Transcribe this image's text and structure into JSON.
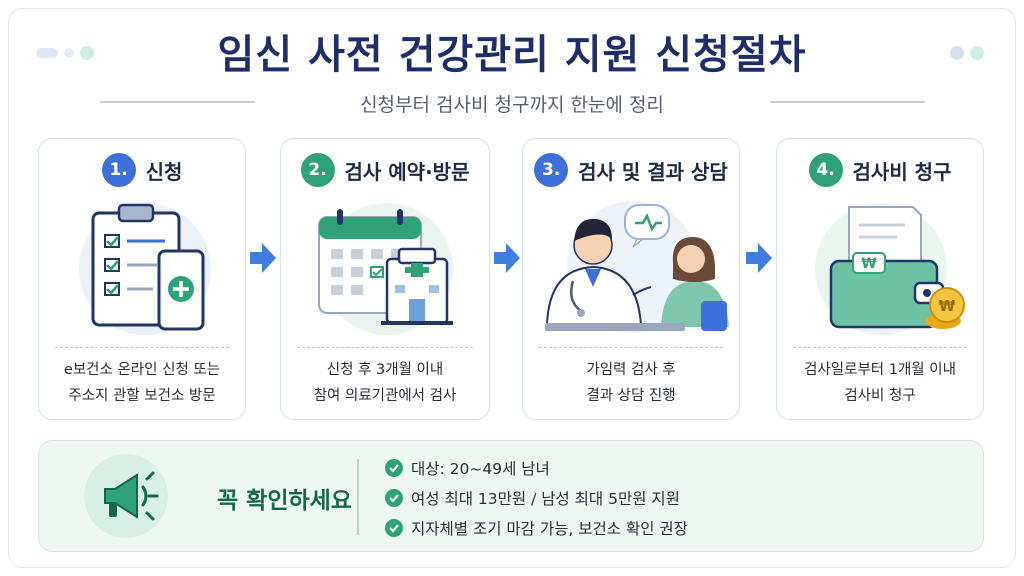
{
  "title": "임신 사전 건강관리 지원 신청절차",
  "subtitle": "신청부터 검사비 청구까지 한눈에 정리",
  "steps": [
    {
      "number": "1.",
      "title": "신청",
      "desc": [
        "e보건소 온라인 신청 또는",
        "주소지 관할 보건소 방문"
      ],
      "color": "#3f6fd8"
    },
    {
      "number": "2.",
      "title": "검사 예약·방문",
      "desc": [
        "신청 후 3개월 이내",
        "참여 의료기관에서 검사"
      ],
      "color": "#2fa27a"
    },
    {
      "number": "3.",
      "title": "검사 및 결과 상담",
      "desc": [
        "가임력 검사 후",
        "결과 상담 진행"
      ],
      "color": "#3f6fd8"
    },
    {
      "number": "4.",
      "title": "검사비 청구",
      "desc": [
        "검사일로부터 1개월 이내",
        "검사비 청구"
      ],
      "color": "#2fa27a"
    }
  ],
  "notice": {
    "title": "꼭 확인하세요",
    "items": [
      "대상: 20~49세 남녀",
      "여성 최대 13만원 / 남성 최대 5만원 지원",
      "지자체별 조기 마감 가능, 보건소 확인 권장"
    ]
  },
  "icons": {
    "step1": "clipboard-phone-icon",
    "step2": "calendar-hospital-icon",
    "step3": "doctor-consultation-icon",
    "step4": "wallet-receipt-icon",
    "notice": "megaphone-icon"
  },
  "colors": {
    "title": "#1f2d6b",
    "blue": "#3f6fd8",
    "green": "#2fa27a",
    "arrow": "#3f7fe0"
  }
}
